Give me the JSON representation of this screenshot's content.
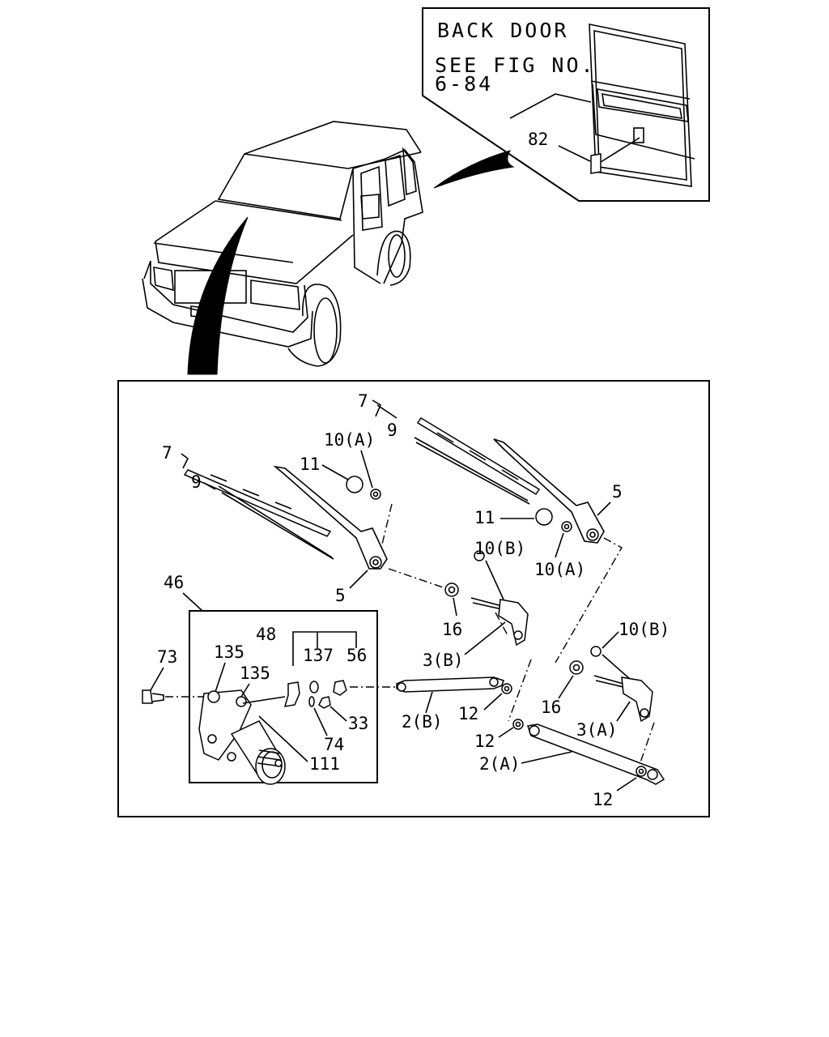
{
  "back_door_note": {
    "line1": "BACK DOOR",
    "line2": "SEE FIG NO.",
    "line3": "6-84"
  },
  "callouts": {
    "c82": "82",
    "c7_left": "7",
    "c9_left": "9",
    "c7_right": "7",
    "c9_right": "9",
    "c10a_top": "10(A)",
    "c11_left": "11",
    "c5_left": "5",
    "c5_right": "5",
    "c11_right": "11",
    "c10b_mid": "10(B)",
    "c10a_right": "10(A)",
    "c16_left": "16",
    "c3b": "3(B)",
    "c46": "46",
    "c48": "48",
    "c137": "137",
    "c56": "56",
    "c73": "73",
    "c135_a": "135",
    "c135_b": "135",
    "c33": "33",
    "c74": "74",
    "c111": "111",
    "c2b": "2(B)",
    "c12_a": "12",
    "c12_b": "12",
    "c12_c": "12",
    "c2a": "2(A)",
    "c10b_right": "10(B)",
    "c16_right": "16",
    "c3a": "3(A)"
  }
}
